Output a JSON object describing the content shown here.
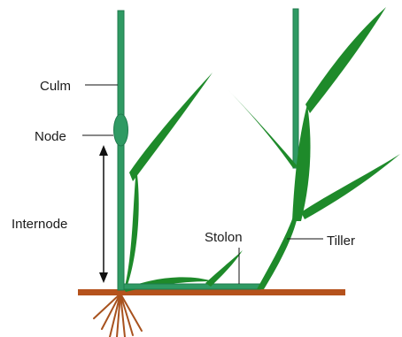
{
  "labels": {
    "culm": "Culm",
    "node": "Node",
    "internode": "Internode",
    "stolon": "Stolon",
    "tiller": "Tiller"
  },
  "colors": {
    "stem_dark": "#1f7a4d",
    "stem_fill": "#2f9a63",
    "leaf": "#1e8a2a",
    "leaf_light": "#3aa641",
    "ground": "#b5521c",
    "root": "#a8521e",
    "leader": "#111111"
  }
}
